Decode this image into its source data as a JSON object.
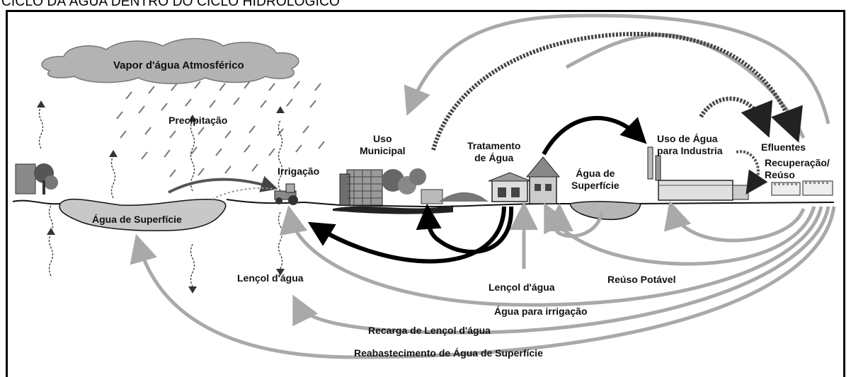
{
  "title": "CICLO DA ÁGUA DENTRO DO CICLO HIDROLÓGICO",
  "labels": {
    "vapor": "Vapor d'água Atmosférico",
    "precipitacao": "Precipitação",
    "agua_superficie_lake": "Água de Superfície",
    "irrigacao": "Irrigação",
    "uso_municipal": [
      "Uso",
      "Municipal"
    ],
    "tratamento": [
      "Tratamento",
      "de Água"
    ],
    "agua_superficie_pond": [
      "Água de",
      "Superfície"
    ],
    "uso_industria": [
      "Uso de Água",
      "para Industria"
    ],
    "efluentes": "Efluentes",
    "recuperacao": [
      "Recuperação/",
      "Reúso"
    ],
    "lencol_left": "Lençol d'água",
    "lencol_center": "Lençol d'água",
    "reuso_potavel": "Reúso Potável",
    "agua_irrigacao": "Água para irrigação",
    "recarga": "Recarga de Lençol d'água",
    "reabastecimento": "Reabastecimento de Água de Superfície"
  },
  "colors": {
    "light_arrow": "#a9a9a9",
    "dark_arrow": "#000000",
    "dashed_arrow": "#555555",
    "cloud": "#b0b0b0",
    "lake": "#c8c8c8"
  }
}
